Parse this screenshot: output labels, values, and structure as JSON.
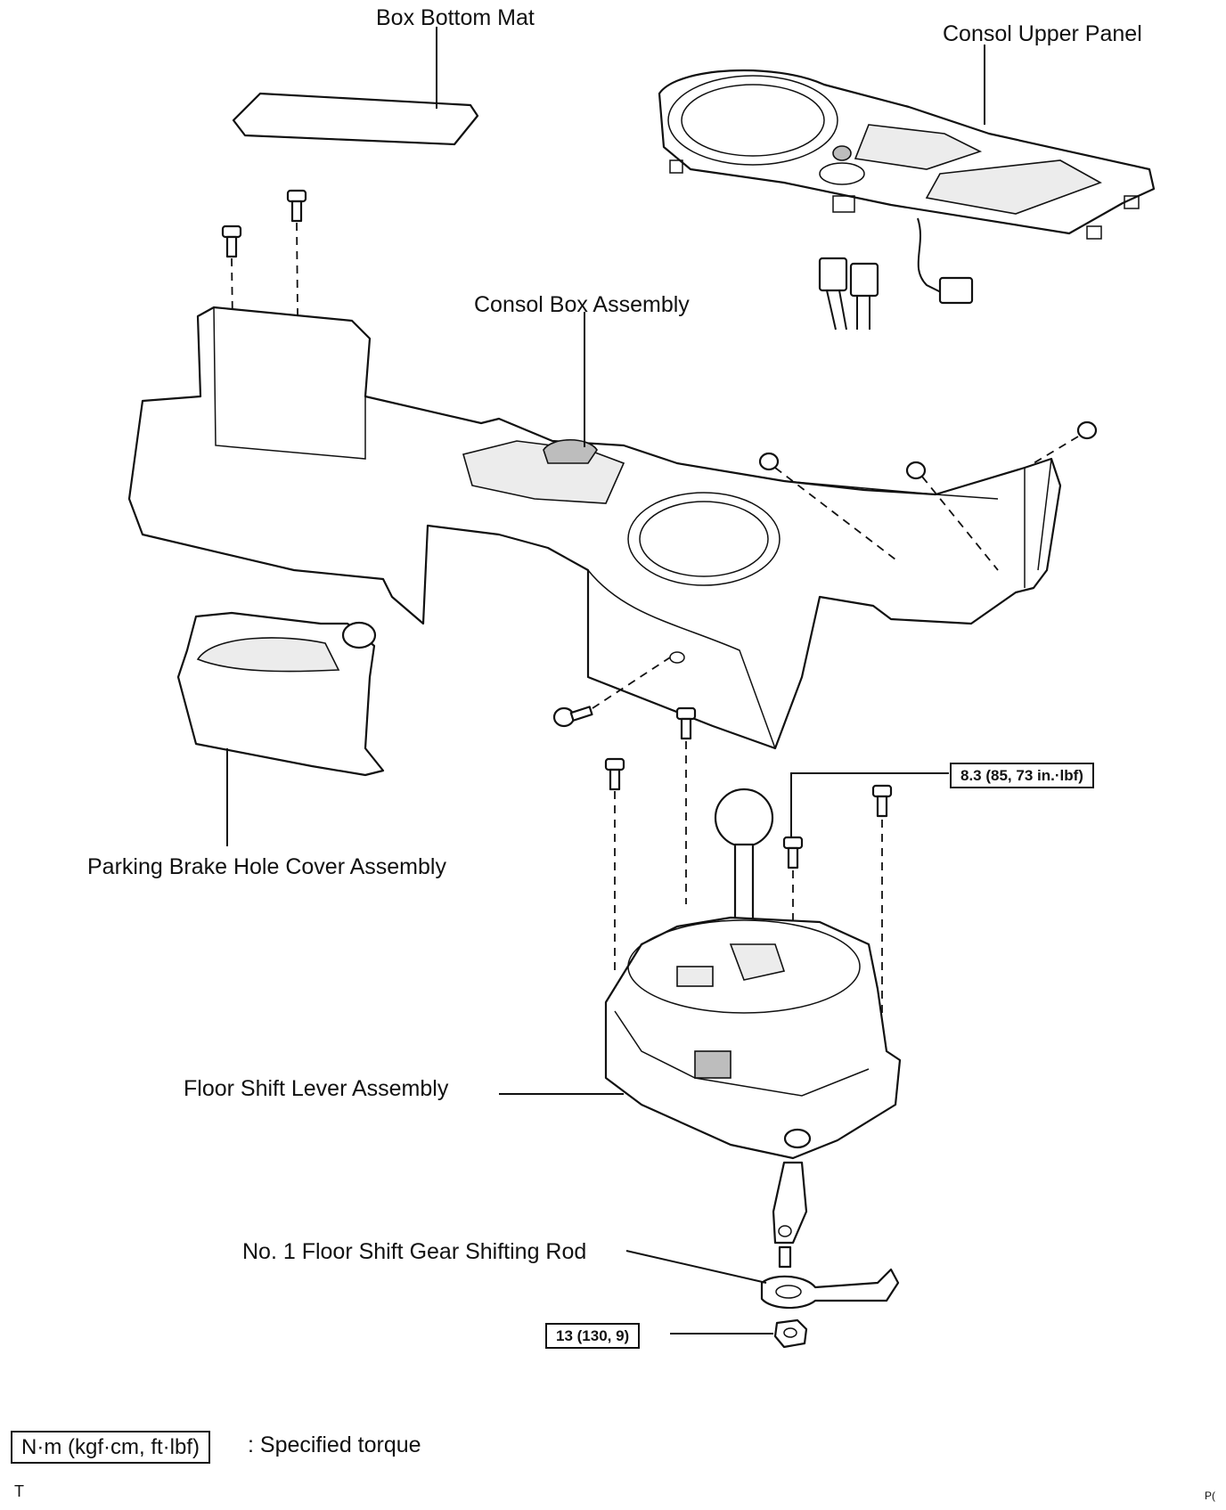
{
  "labels": {
    "box_bottom_mat": "Box Bottom Mat",
    "consol_upper_panel": "Consol Upper Panel",
    "consol_box_assembly": "Consol Box Assembly",
    "parking_brake_hole_cover": "Parking Brake Hole Cover Assembly",
    "floor_shift_lever": "Floor Shift Lever Assembly",
    "shifting_rod": "No. 1 Floor Shift Gear Shifting Rod"
  },
  "torque": {
    "shift_lever_bolts": "8.3 (85, 73 in.·lbf)",
    "rod_nut": "13 (130, 9)"
  },
  "legend": {
    "unit_box": "N·m (kgf·cm, ft·lbf)",
    "description": ": Specified torque"
  },
  "footer": {
    "left_mark": "T",
    "right_mark": "P("
  }
}
